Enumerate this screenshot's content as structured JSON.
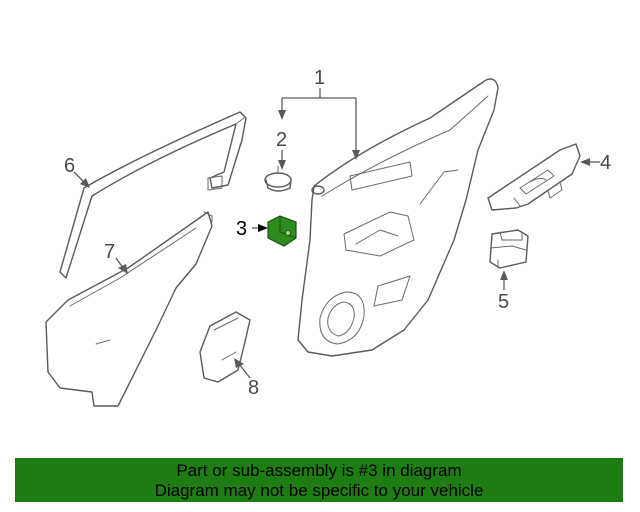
{
  "callouts": {
    "c1": "1",
    "c2": "2",
    "c3": "3",
    "c4": "4",
    "c5": "5",
    "c6": "6",
    "c7": "7",
    "c8": "8"
  },
  "highlight_color": "#2e8b1e",
  "banner": {
    "background": "#1e7d12",
    "line1": "Part or sub-assembly is #3 in diagram",
    "line2": "Diagram may not be specific to your vehicle"
  }
}
